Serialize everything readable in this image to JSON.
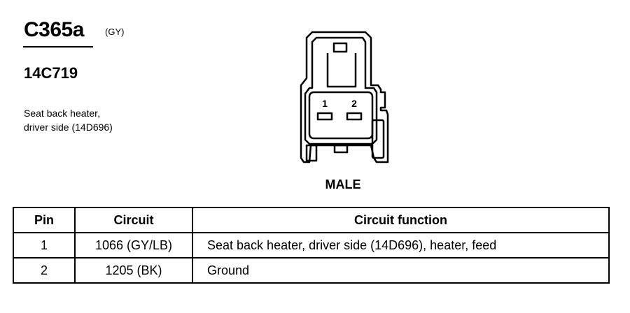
{
  "connector": {
    "id": "C365a",
    "color": "(GY)",
    "part_number": "14C719",
    "description_lines": [
      "Seat back heater,",
      "driver side (14D696)"
    ],
    "gender": "MALE",
    "pin_labels": [
      "1",
      "2"
    ]
  },
  "table": {
    "headers": [
      "Pin",
      "Circuit",
      "Circuit function"
    ],
    "rows": [
      {
        "pin": "1",
        "circuit": "1066 (GY/LB)",
        "function": "Seat back heater, driver side (14D696), heater, feed"
      },
      {
        "pin": "2",
        "circuit": "1205 (BK)",
        "function": "Ground"
      }
    ]
  }
}
